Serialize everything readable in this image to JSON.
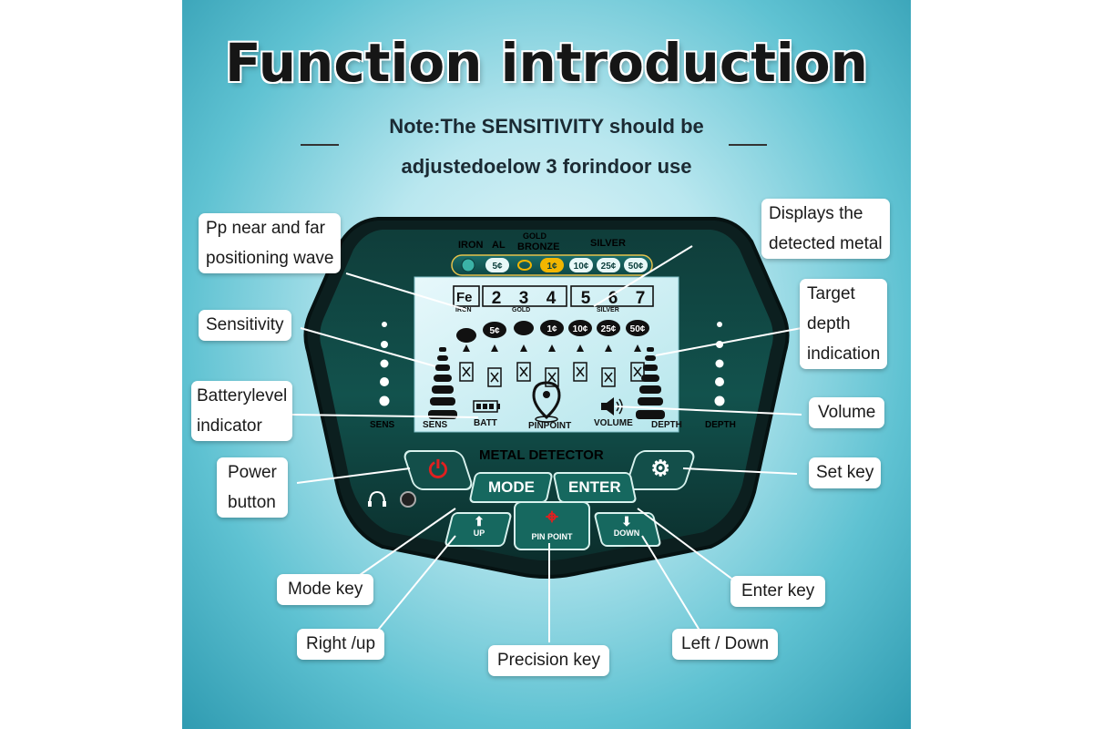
{
  "title": "Function introduction",
  "note": {
    "line1": "Note:The SENSITIVITY should be",
    "line2": "adjustedoelow 3 forindoor use"
  },
  "callouts": {
    "pp_wave": [
      "Pp near and far",
      "positioning wave"
    ],
    "displays_metal": [
      "Displays the",
      "detected metal"
    ],
    "sensitivity": "Sensitivity",
    "target_depth": [
      "Target",
      "depth",
      "indication"
    ],
    "battery": [
      "Batterylevel",
      "indicator"
    ],
    "volume": "Volume",
    "power": [
      "Power",
      "button"
    ],
    "set_key": "Set key",
    "mode_key": "Mode key",
    "enter_key": "Enter key",
    "right_up": "Right /up",
    "left_down": "Left / Down",
    "precision": "Precision key"
  },
  "device": {
    "metal_labels": {
      "iron": "IRON",
      "al": "AL",
      "gold": "GOLD",
      "bronze": "BRONZE",
      "silver": "SILVER"
    },
    "coin_strip": [
      "5¢",
      "1¢",
      "10¢",
      "25¢",
      "50¢"
    ],
    "lcd_segments": {
      "fe": "Fe",
      "iron": "IRON",
      "gold_nums": [
        "2",
        "3",
        "4"
      ],
      "gold": "GOLD",
      "silver_nums": [
        "5",
        "6",
        "7"
      ],
      "silver": "SILVER"
    },
    "lcd_coins": [
      "5¢",
      "1¢",
      "10¢",
      "25¢",
      "50¢"
    ],
    "lcd_bottom": {
      "sens": "SENS",
      "batt": "BATT",
      "pinpoint": "PINPOINT",
      "volume": "VOLUME",
      "depth": "DEPTH"
    },
    "side_left": "SENS",
    "side_right": "DEPTH",
    "brand": "METAL DETECTOR",
    "mode_btn": "MODE",
    "enter_btn": "ENTER",
    "up_btn": "UP",
    "pinpoint_btn": "PIN POINT",
    "down_btn": "DOWN"
  },
  "colors": {
    "device_body": "#16685f",
    "lcd_bg": "#c8eef2",
    "power_red": "#e02020",
    "coin_gold": "#f2b600"
  }
}
